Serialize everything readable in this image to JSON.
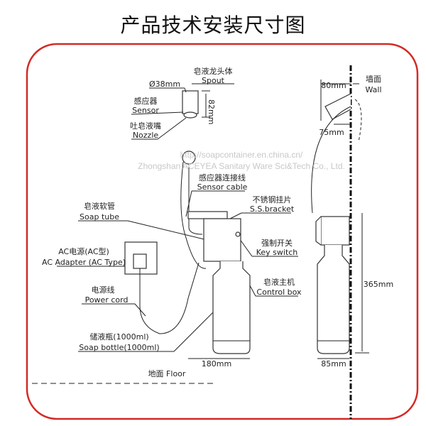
{
  "title": "产品技术安装尺寸图",
  "colors": {
    "border": "#d42a24",
    "ink": "#222222",
    "watermark": "#c8c8c8"
  },
  "labels": {
    "spout_cn": "皂液龙头体",
    "spout_en": "Spout",
    "diameter": "Ø38mm",
    "sensor_cn": "感应器",
    "sensor_en": "Sensor",
    "spout_height": "82mm",
    "nozzle_cn": "吐皂液嘴",
    "nozzle_en": "Nozzle",
    "sensor_cable_cn": "感应器连接线",
    "sensor_cable_en": "Sensor cable",
    "bracket_cn": "不锈钢挂片",
    "bracket_en": "S.S.bracket",
    "soap_tube_cn": "皂液软管",
    "soap_tube_en": "Soap tube",
    "ac_cn": "AC电源(AC型)",
    "ac_en": "AC Adapter (AC Type)",
    "key_switch_cn": "强制开关",
    "key_switch_en": "Key switch",
    "power_cord_cn": "电源线",
    "power_cord_en": "Power cord",
    "control_box_cn": "皂液主机",
    "control_box_en": "Control box",
    "bottle_cn": "储液瓶(1000ml)",
    "bottle_en": "Soap bottle(1000ml)",
    "width_front": "180mm",
    "floor": "地面  Floor",
    "wall_cn": "墙面",
    "wall_en": "Wall",
    "spout_reach": "80mm",
    "nozzle_reach": "75mm",
    "total_height": "365mm",
    "width_side": "85mm"
  },
  "watermark": {
    "line1": "Zhongshan ACEYEA Sanitary Ware Sci&Tech Co., Ltd.",
    "line2": "http://soapcontainer.en.china.cn/"
  }
}
